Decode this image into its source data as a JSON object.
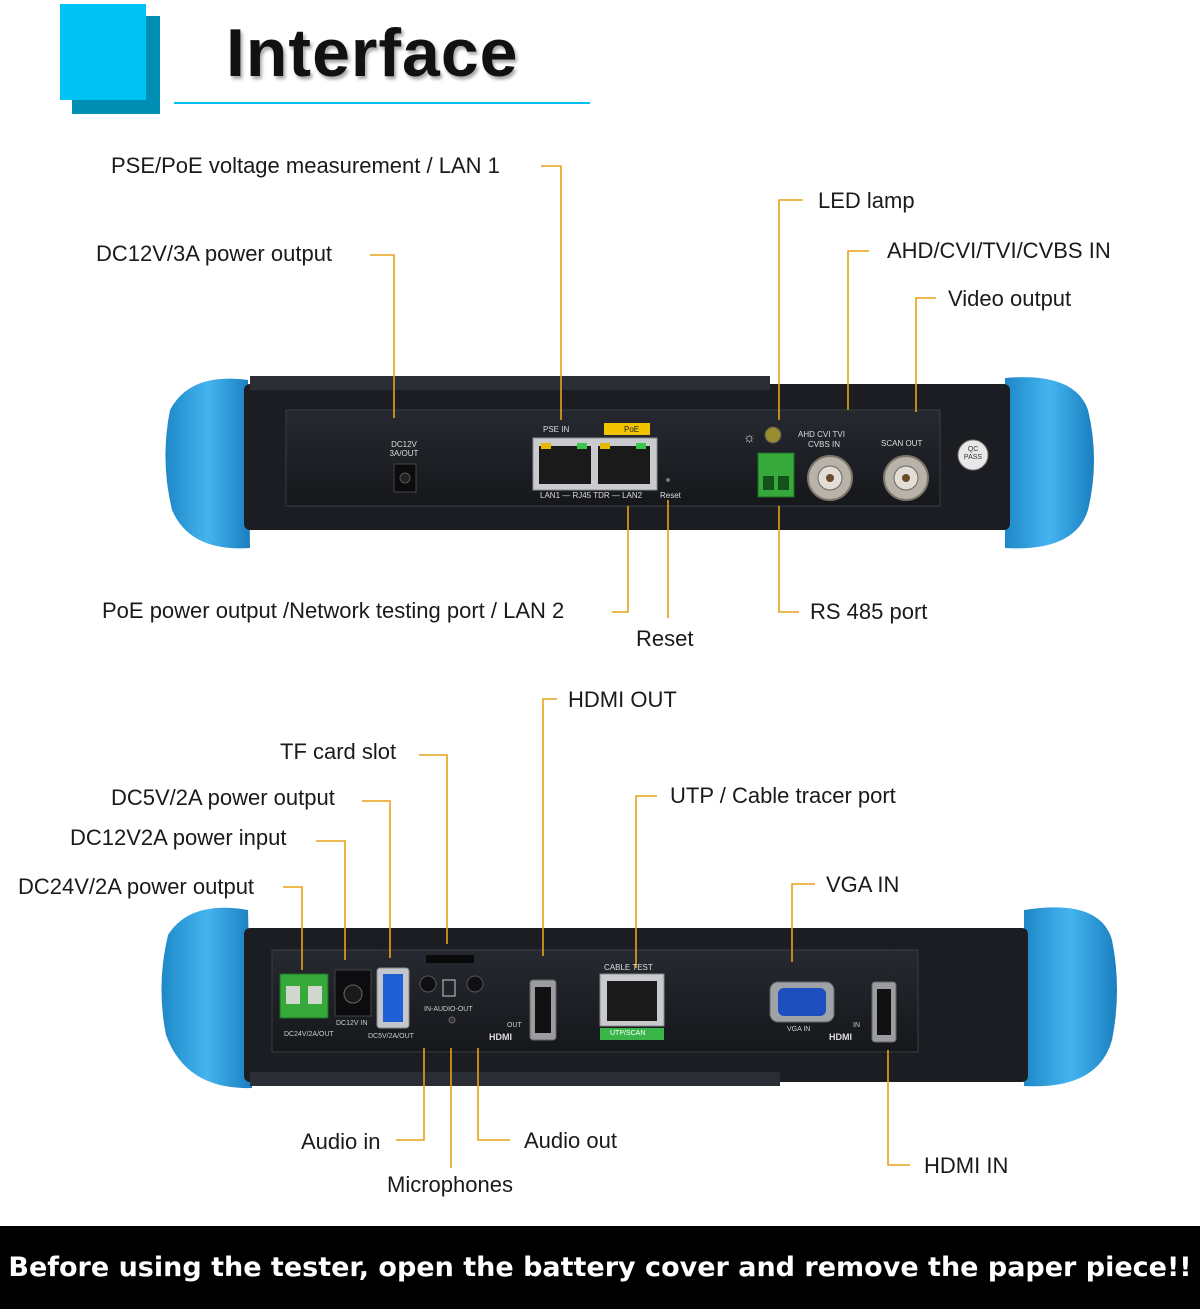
{
  "header": {
    "title": "Interface"
  },
  "top_labels": {
    "pse_lan1": "PSE/PoE voltage measurement / LAN 1",
    "dc12v_out": "DC12V/3A power output",
    "led_lamp": "LED lamp",
    "ahd_in": "AHD/CVI/TVI/CVBS IN",
    "video_output": "Video output",
    "poe_lan2": "PoE power output /Network testing port / LAN 2",
    "reset": "Reset",
    "rs485": "RS 485 port"
  },
  "bottom_labels": {
    "hdmi_out": "HDMI OUT",
    "tf_card": "TF card slot",
    "dc5v_out": "DC5V/2A power output",
    "dc12v_in": "DC12V2A power input",
    "dc24v_out": "DC24V/2A power output",
    "utp": "UTP / Cable tracer port",
    "vga_in": "VGA IN",
    "audio_in": "Audio in",
    "audio_out": "Audio out",
    "microphones": "Microphones",
    "hdmi_in": "HDMI IN"
  },
  "device_top_print": {
    "dc12v": "DC12V",
    "dc12v_sub": "3A/OUT",
    "pse_in": "PSE IN",
    "poe": "PoE",
    "lan_row": "LAN1 — RJ45 TDR — LAN2",
    "reset": "Reset",
    "ahd": "AHD CVI TVI",
    "cvbs": "CVBS IN",
    "scan_out": "SCAN OUT",
    "qc": "QC",
    "pass": "PASS"
  },
  "device_bottom_print": {
    "dc24v": "DC24V/2A/OUT",
    "dc12v_in": "DC12V IN",
    "dc5v": "DC5V/2A/OUT",
    "audio": "IN-AUDIO-OUT",
    "out": "OUT",
    "hdmi": "HDMI",
    "cable_test": "CABLE TEST",
    "utp_scan": "UTP/SCAN",
    "vga_in": "VGA IN",
    "in": "IN"
  },
  "footer": {
    "notice": "Before using the tester, open the battery cover and remove the paper piece!!"
  },
  "colors": {
    "accent": "#00bff3",
    "callout": "#e6a21a",
    "bumper": "#2b9fe0",
    "body": "#1b1d22"
  }
}
